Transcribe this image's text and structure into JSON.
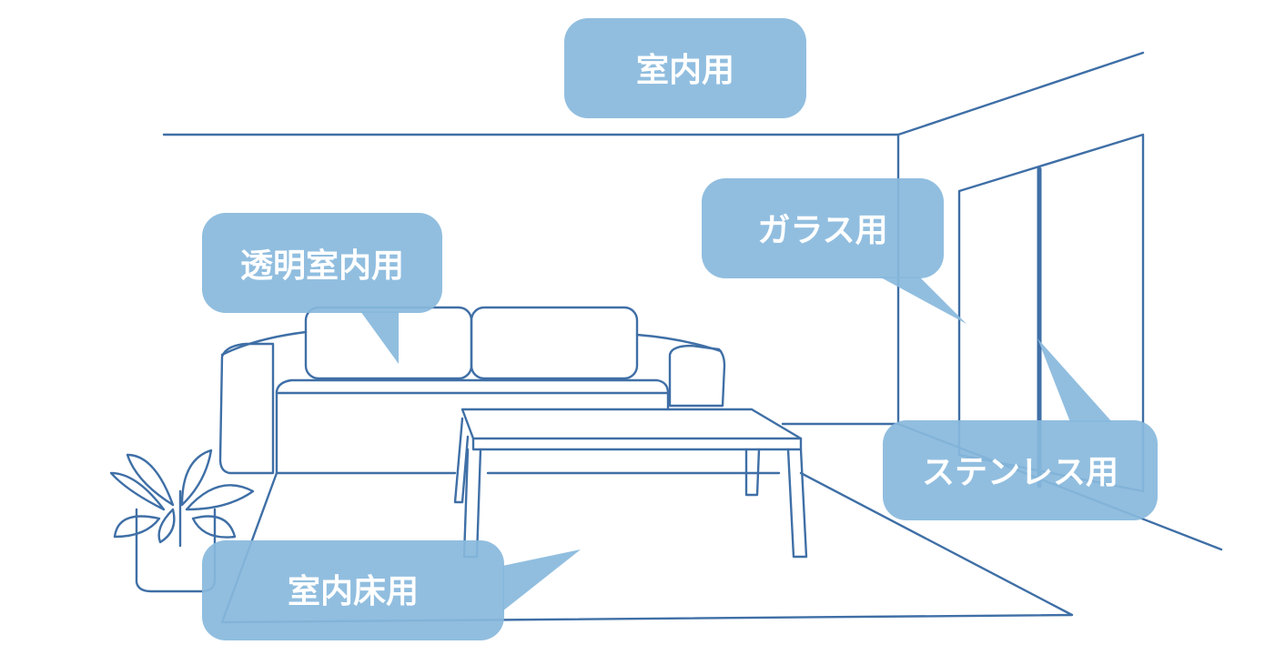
{
  "colors": {
    "line": "#3f6fa6",
    "bubble": "#88b9dc",
    "bubble_text": "#ffffff",
    "background": "#ffffff"
  },
  "labels": {
    "indoor": "室内用",
    "glass": "ガラス用",
    "transparent_indoor": "透明室内用",
    "stainless": "ステンレス用",
    "indoor_floor": "室内床用"
  }
}
